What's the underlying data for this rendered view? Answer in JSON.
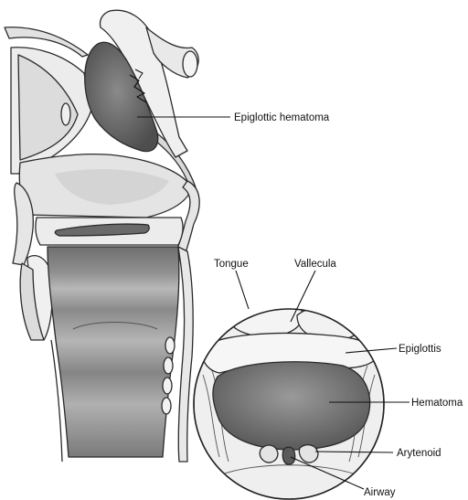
{
  "labels": {
    "epiglottic_hematoma": "Epiglottic hematoma",
    "tongue": "Tongue",
    "vallecula": "Vallecula",
    "epiglottis": "Epiglottis",
    "hematoma": "Hematoma",
    "arytenoid": "Arytenoid",
    "airway": "Airway"
  },
  "colors": {
    "outline": "#2a2a2a",
    "hematoma": "#6b6b6b",
    "tissue_light": "#e6e6e6",
    "tissue_mid": "#cfcfcf",
    "trachea_dark": "#8a8a8a"
  }
}
